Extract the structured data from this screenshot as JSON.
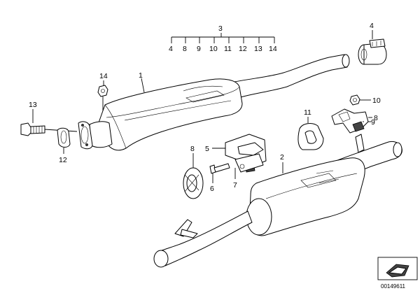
{
  "diagram": {
    "reference_number": "00149611",
    "labels": {
      "p1": "1",
      "p2": "2",
      "p3": "3",
      "p4_top": "4",
      "p5": "5",
      "p6": "6",
      "p7": "7",
      "p8_clamp": "8",
      "p8_ring": "8",
      "p9": "9",
      "p10": "10",
      "p11": "11",
      "p12": "12",
      "p13": "13",
      "p14": "14"
    },
    "kit_items": [
      "4",
      "8",
      "9",
      "10",
      "11",
      "12",
      "13",
      "14"
    ]
  }
}
